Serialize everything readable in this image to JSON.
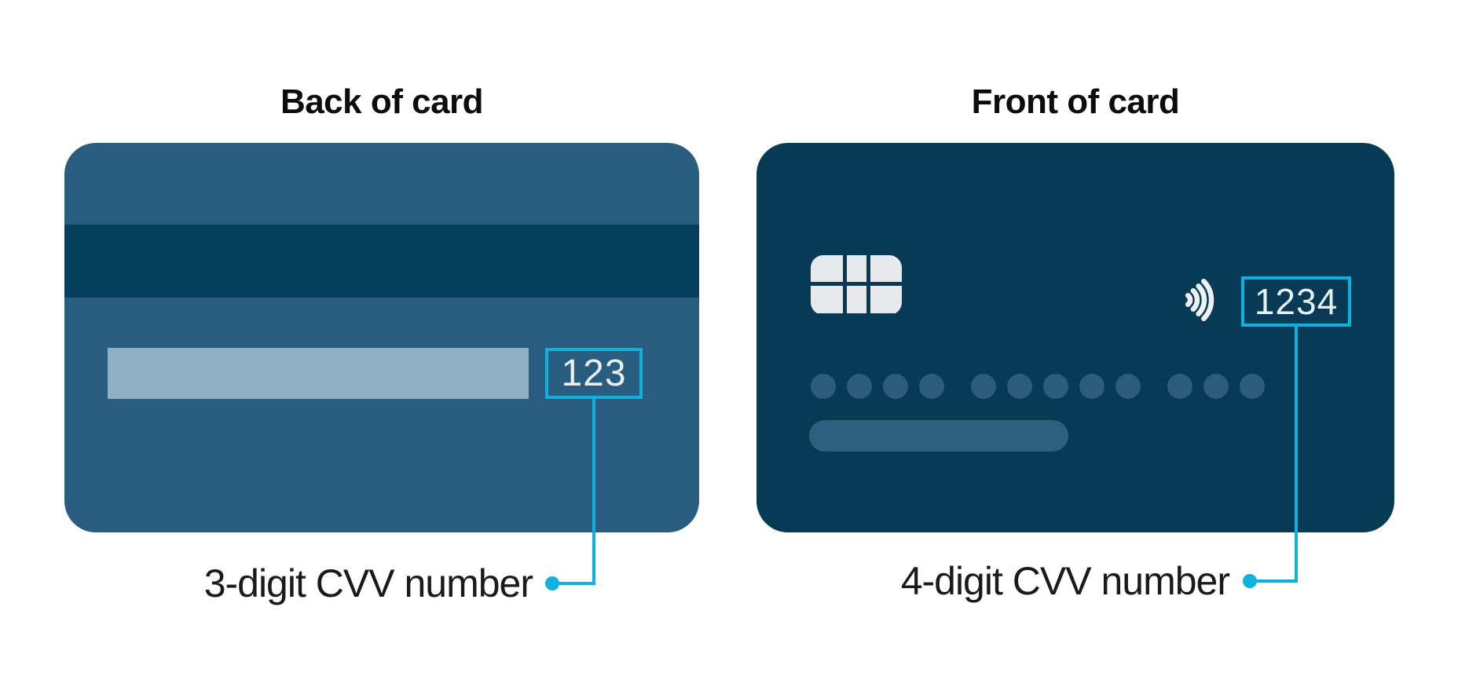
{
  "accent_color": "#12b0de",
  "back_card": {
    "title": "Back of card",
    "cvv_value": "123",
    "label": "3-digit CVV number",
    "colors": {
      "body": "#285d7f",
      "magnetic_stripe": "#04405e",
      "signature_strip": "#8fb0c5"
    }
  },
  "front_card": {
    "title": "Front of card",
    "cvv_value": "1234",
    "label": "4-digit CVV number",
    "card_number_dot_groups": [
      4,
      5,
      3
    ],
    "colors": {
      "body": "#063a55",
      "details": "#2d5f7e",
      "chip": "#e7eaec"
    }
  }
}
